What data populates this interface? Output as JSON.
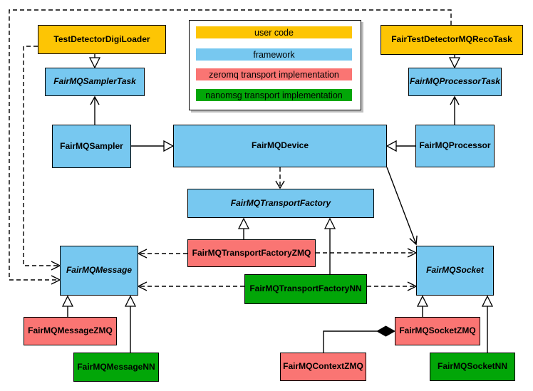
{
  "colors": {
    "user_code": "#FDC504",
    "framework": "#77C8F0",
    "zeromq": "#FA7573",
    "nanomsg": "#02A608",
    "line": "#000000",
    "background": "#FFFFFF"
  },
  "legend": {
    "items": [
      {
        "label": "user code",
        "color": "#FDC504"
      },
      {
        "label": "framework",
        "color": "#77C8F0"
      },
      {
        "label": "zeromq transport implementation",
        "color": "#FA7573"
      },
      {
        "label": "nanomsg transport implementation",
        "color": "#02A608"
      }
    ]
  },
  "nodes": {
    "digiloader": {
      "label": "TestDetectorDigiLoader",
      "category": "user code",
      "abstract": false
    },
    "recotask": {
      "label": "FairTestDetectorMQRecoTask",
      "category": "user code",
      "abstract": false
    },
    "samplertask": {
      "label": "FairMQSamplerTask",
      "category": "framework",
      "abstract": true
    },
    "processortask": {
      "label": "FairMQProcessorTask",
      "category": "framework",
      "abstract": true
    },
    "sampler": {
      "label": "FairMQSampler",
      "category": "framework",
      "abstract": false
    },
    "device": {
      "label": "FairMQDevice",
      "category": "framework",
      "abstract": false
    },
    "processor": {
      "label": "FairMQProcessor",
      "category": "framework",
      "abstract": false
    },
    "transportfactory": {
      "label": "FairMQTransportFactory",
      "category": "framework",
      "abstract": true
    },
    "tfzmq": {
      "label": "FairMQTransportFactoryZMQ",
      "category": "zeromq",
      "abstract": false
    },
    "tfnn": {
      "label": "FairMQTransportFactoryNN",
      "category": "nanomsg",
      "abstract": false
    },
    "message": {
      "label": "FairMQMessage",
      "category": "framework",
      "abstract": true
    },
    "socket": {
      "label": "FairMQSocket",
      "category": "framework",
      "abstract": true
    },
    "messagezmq": {
      "label": "FairMQMessageZMQ",
      "category": "zeromq",
      "abstract": false
    },
    "messagenn": {
      "label": "FairMQMessageNN",
      "category": "nanomsg",
      "abstract": false
    },
    "socketzmq": {
      "label": "FairMQSocketZMQ",
      "category": "zeromq",
      "abstract": false
    },
    "contextzmq": {
      "label": "FairMQContextZMQ",
      "category": "zeromq",
      "abstract": false
    },
    "socketnn": {
      "label": "FairMQSocketNN",
      "category": "nanomsg",
      "abstract": false
    }
  },
  "edges": [
    {
      "from": "TestDetectorDigiLoader",
      "to": "FairMQSamplerTask",
      "type": "inheritance"
    },
    {
      "from": "FairTestDetectorMQRecoTask",
      "to": "FairMQProcessorTask",
      "type": "inheritance"
    },
    {
      "from": "FairMQSampler",
      "to": "FairMQDevice",
      "type": "inheritance"
    },
    {
      "from": "FairMQProcessor",
      "to": "FairMQDevice",
      "type": "inheritance"
    },
    {
      "from": "FairMQSampler",
      "to": "FairMQSamplerTask",
      "type": "association"
    },
    {
      "from": "FairMQProcessor",
      "to": "FairMQProcessorTask",
      "type": "association"
    },
    {
      "from": "FairMQDevice",
      "to": "FairMQTransportFactory",
      "type": "dependency"
    },
    {
      "from": "FairMQDevice",
      "to": "FairMQSocket",
      "type": "association"
    },
    {
      "from": "FairMQTransportFactoryZMQ",
      "to": "FairMQTransportFactory",
      "type": "inheritance"
    },
    {
      "from": "FairMQTransportFactoryNN",
      "to": "FairMQTransportFactory",
      "type": "inheritance"
    },
    {
      "from": "FairMQTransportFactoryZMQ",
      "to": "FairMQMessage",
      "type": "dependency"
    },
    {
      "from": "FairMQTransportFactoryZMQ",
      "to": "FairMQSocket",
      "type": "dependency"
    },
    {
      "from": "FairMQTransportFactoryNN",
      "to": "FairMQMessage",
      "type": "dependency"
    },
    {
      "from": "FairMQTransportFactoryNN",
      "to": "FairMQSocket",
      "type": "dependency"
    },
    {
      "from": "TestDetectorDigiLoader",
      "to": "FairMQMessage",
      "type": "dependency"
    },
    {
      "from": "FairTestDetectorMQRecoTask",
      "to": "FairMQMessage",
      "type": "dependency"
    },
    {
      "from": "FairMQMessageZMQ",
      "to": "FairMQMessage",
      "type": "inheritance"
    },
    {
      "from": "FairMQMessageNN",
      "to": "FairMQMessage",
      "type": "inheritance"
    },
    {
      "from": "FairMQSocketZMQ",
      "to": "FairMQSocket",
      "type": "inheritance"
    },
    {
      "from": "FairMQSocketNN",
      "to": "FairMQSocket",
      "type": "inheritance"
    },
    {
      "from": "FairMQContextZMQ",
      "to": "FairMQSocketZMQ",
      "type": "composition"
    }
  ]
}
